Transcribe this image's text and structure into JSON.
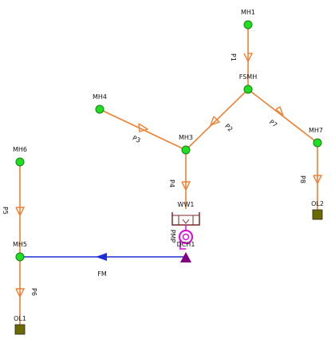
{
  "colors": {
    "gravity_pipe": "#ee8033",
    "force_main": "#1f2fd6",
    "manhole_fill": "#1fe01f",
    "manhole_stroke": "#1a7a1a",
    "outlet_fill": "#6b6b00",
    "wet_well": "#7a2a2a",
    "pump": "#e000e0",
    "discharge": "#800080",
    "label_text": "#111111"
  },
  "manholes": [
    {
      "id": "MH1",
      "label": "MH1"
    },
    {
      "id": "FSMH",
      "label": "FSMH"
    },
    {
      "id": "MH4",
      "label": "MH4"
    },
    {
      "id": "MH3",
      "label": "MH3"
    },
    {
      "id": "MH7",
      "label": "MH7"
    },
    {
      "id": "MH6",
      "label": "MH6"
    },
    {
      "id": "MH5",
      "label": "MH5"
    }
  ],
  "outlets": [
    {
      "id": "OL1",
      "label": "OL1"
    },
    {
      "id": "OL2",
      "label": "OL2"
    }
  ],
  "wet_well": {
    "id": "WW1",
    "label": "WW1"
  },
  "pump": {
    "id": "PMP",
    "label": "PMP"
  },
  "discharge_node": {
    "id": "DCH1",
    "label": "DCH1"
  },
  "pipes": [
    {
      "id": "P1",
      "label": "P1",
      "from": "MH1",
      "to": "FSMH"
    },
    {
      "id": "P2",
      "label": "P2",
      "from": "FSMH",
      "to": "MH3"
    },
    {
      "id": "P7",
      "label": "P7",
      "from": "FSMH",
      "to": "MH7"
    },
    {
      "id": "P3",
      "label": "P3",
      "from": "MH4",
      "to": "MH3"
    },
    {
      "id": "P4",
      "label": "P4",
      "from": "MH3",
      "to": "WW1"
    },
    {
      "id": "P8",
      "label": "P8",
      "from": "MH7",
      "to": "OL2"
    },
    {
      "id": "P5",
      "label": "P5",
      "from": "MH6",
      "to": "MH5"
    },
    {
      "id": "P6",
      "label": "P6",
      "from": "MH5",
      "to": "OL1"
    }
  ],
  "force_main": {
    "id": "FM",
    "label": "FM",
    "from": "DCH1",
    "to": "MH5"
  }
}
